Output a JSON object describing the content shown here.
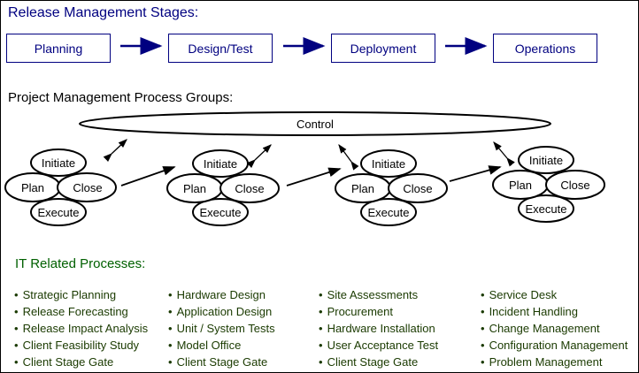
{
  "colors": {
    "stages_text": "#000080",
    "it_heading": "#006000",
    "it_items": "#1a3a00"
  },
  "release": {
    "heading": "Release Management Stages:",
    "stages": [
      "Planning",
      "Design/Test",
      "Deployment",
      "Operations"
    ]
  },
  "pm": {
    "heading": "Project Management Process Groups:",
    "control_label": "Control",
    "group_labels": {
      "initiate": "Initiate",
      "plan": "Plan",
      "close": "Close",
      "execute": "Execute"
    }
  },
  "it": {
    "heading": "IT Related Processes:",
    "columns": [
      [
        "Strategic Planning",
        "Release Forecasting",
        "Release Impact Analysis",
        "Client Feasibility Study",
        "Client Stage Gate"
      ],
      [
        "Hardware Design",
        "Application Design",
        "Unit / System Tests",
        "Model Office",
        "Client Stage Gate"
      ],
      [
        "Site Assessments",
        "Procurement",
        "Hardware Installation",
        "User Acceptance Test",
        "Client Stage Gate"
      ],
      [
        "Service Desk",
        "Incident Handling",
        "Change Management",
        "Configuration Management",
        "Problem Management"
      ]
    ]
  }
}
